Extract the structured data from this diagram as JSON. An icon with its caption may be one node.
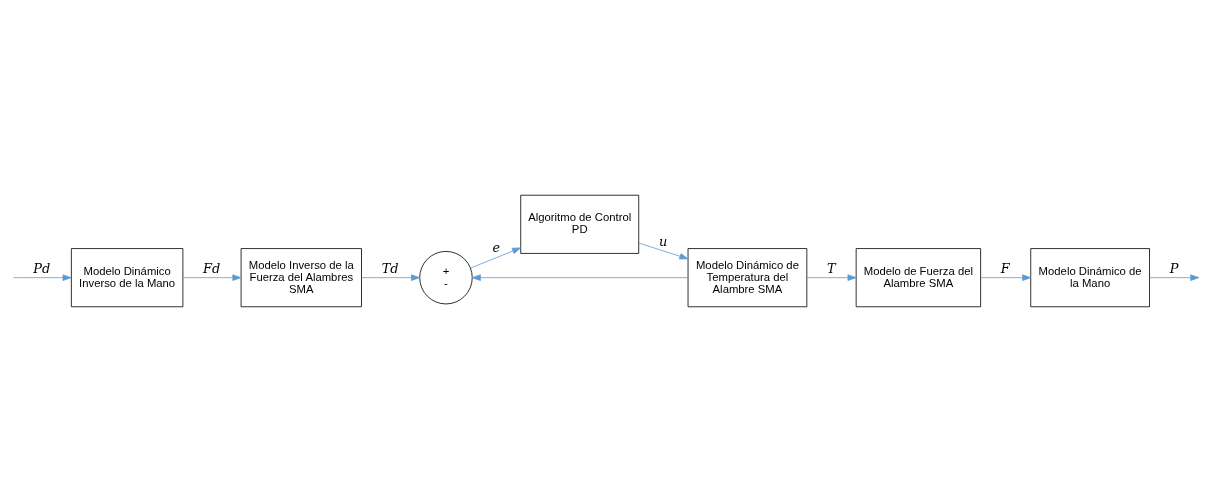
{
  "diagram": {
    "nodes": [
      {
        "text": [
          "Modelo Dinámico Inverso de la Mano"
        ]
      },
      {
        "text": [
          "Modelo Inverso de la Fuerza del Alambres SMA"
        ]
      },
      {
        "text": [
          "+",
          "-"
        ]
      },
      {
        "text": [
          "Algoritmo de Control PD"
        ]
      },
      {
        "text": [
          "Modelo Dinámico de Temperatura del Alambre SMA"
        ]
      },
      {
        "text": [
          "Modelo de Fuerza del Alambre SMA"
        ]
      },
      {
        "text": [
          "Modelo Dinámico de la Mano"
        ]
      }
    ],
    "edges": [
      {
        "from": null,
        "to": 0,
        "arrow": "to",
        "label": "Pd"
      },
      {
        "from": 0,
        "to": 1,
        "arrow": "to",
        "label": "Fd"
      },
      {
        "from": 1,
        "to": 2,
        "arrow": "to",
        "label": "Td"
      },
      {
        "from": 2,
        "to": 3,
        "arrow": "to",
        "label": "e"
      },
      {
        "from": 3,
        "to": 4,
        "arrow": "to",
        "label": "u"
      },
      {
        "from": 4,
        "to": 5,
        "arrow": "to",
        "label": "T"
      },
      {
        "from": 4,
        "to": 2,
        "arrow": "to"
      },
      {
        "from": 5,
        "to": 6,
        "arrow": "to",
        "label": "F"
      },
      {
        "from": 6,
        "to": null,
        "arrow": "to",
        "label": "P"
      }
    ]
  }
}
